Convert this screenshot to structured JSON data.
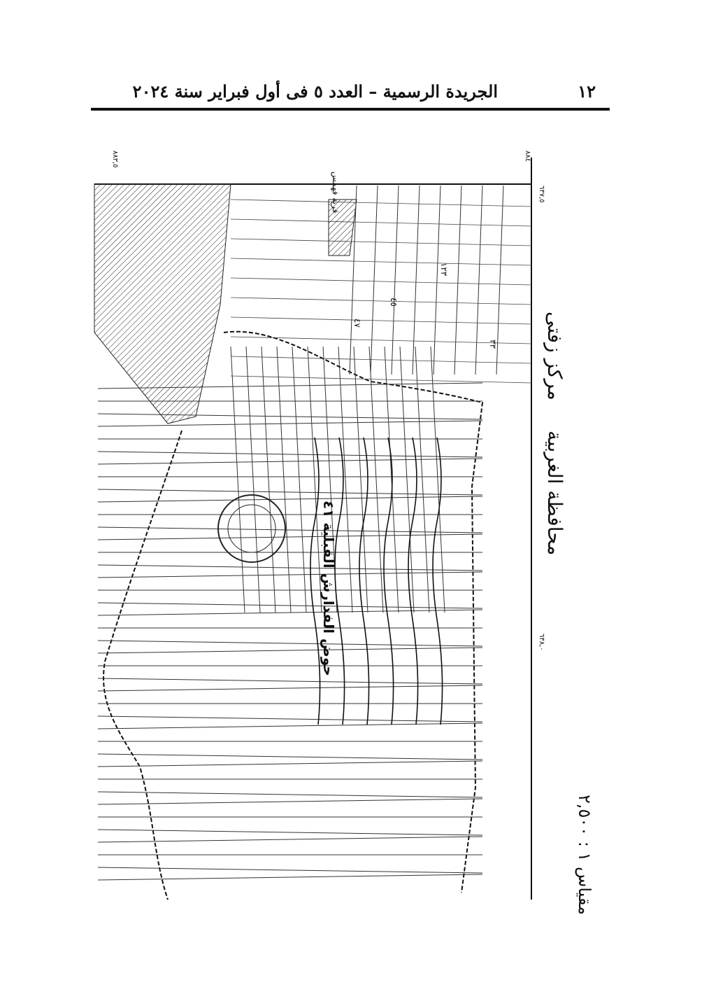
{
  "header": {
    "page_number": "١٢",
    "title": "الجريدة الرسمية – العدد ٥ فى أول فبراير سنة ٢٠٢٤"
  },
  "map": {
    "governorate": "محافظة الغربية",
    "markaz": "مركز زفتى",
    "scale": "مقياس ١ : ٢,٥٠٠",
    "basin_label": "حوض الفدارش القبلية ٤١",
    "village_label": "قرية فهمس",
    "grid_labels": [
      "٨٨٤",
      "٨٨٣,٥",
      "٦٣٧,٥",
      "٦٣٨,٠"
    ],
    "parcel_numbers": [
      "٣٣",
      "٤٥",
      "١٢٣",
      "٤٧"
    ]
  }
}
